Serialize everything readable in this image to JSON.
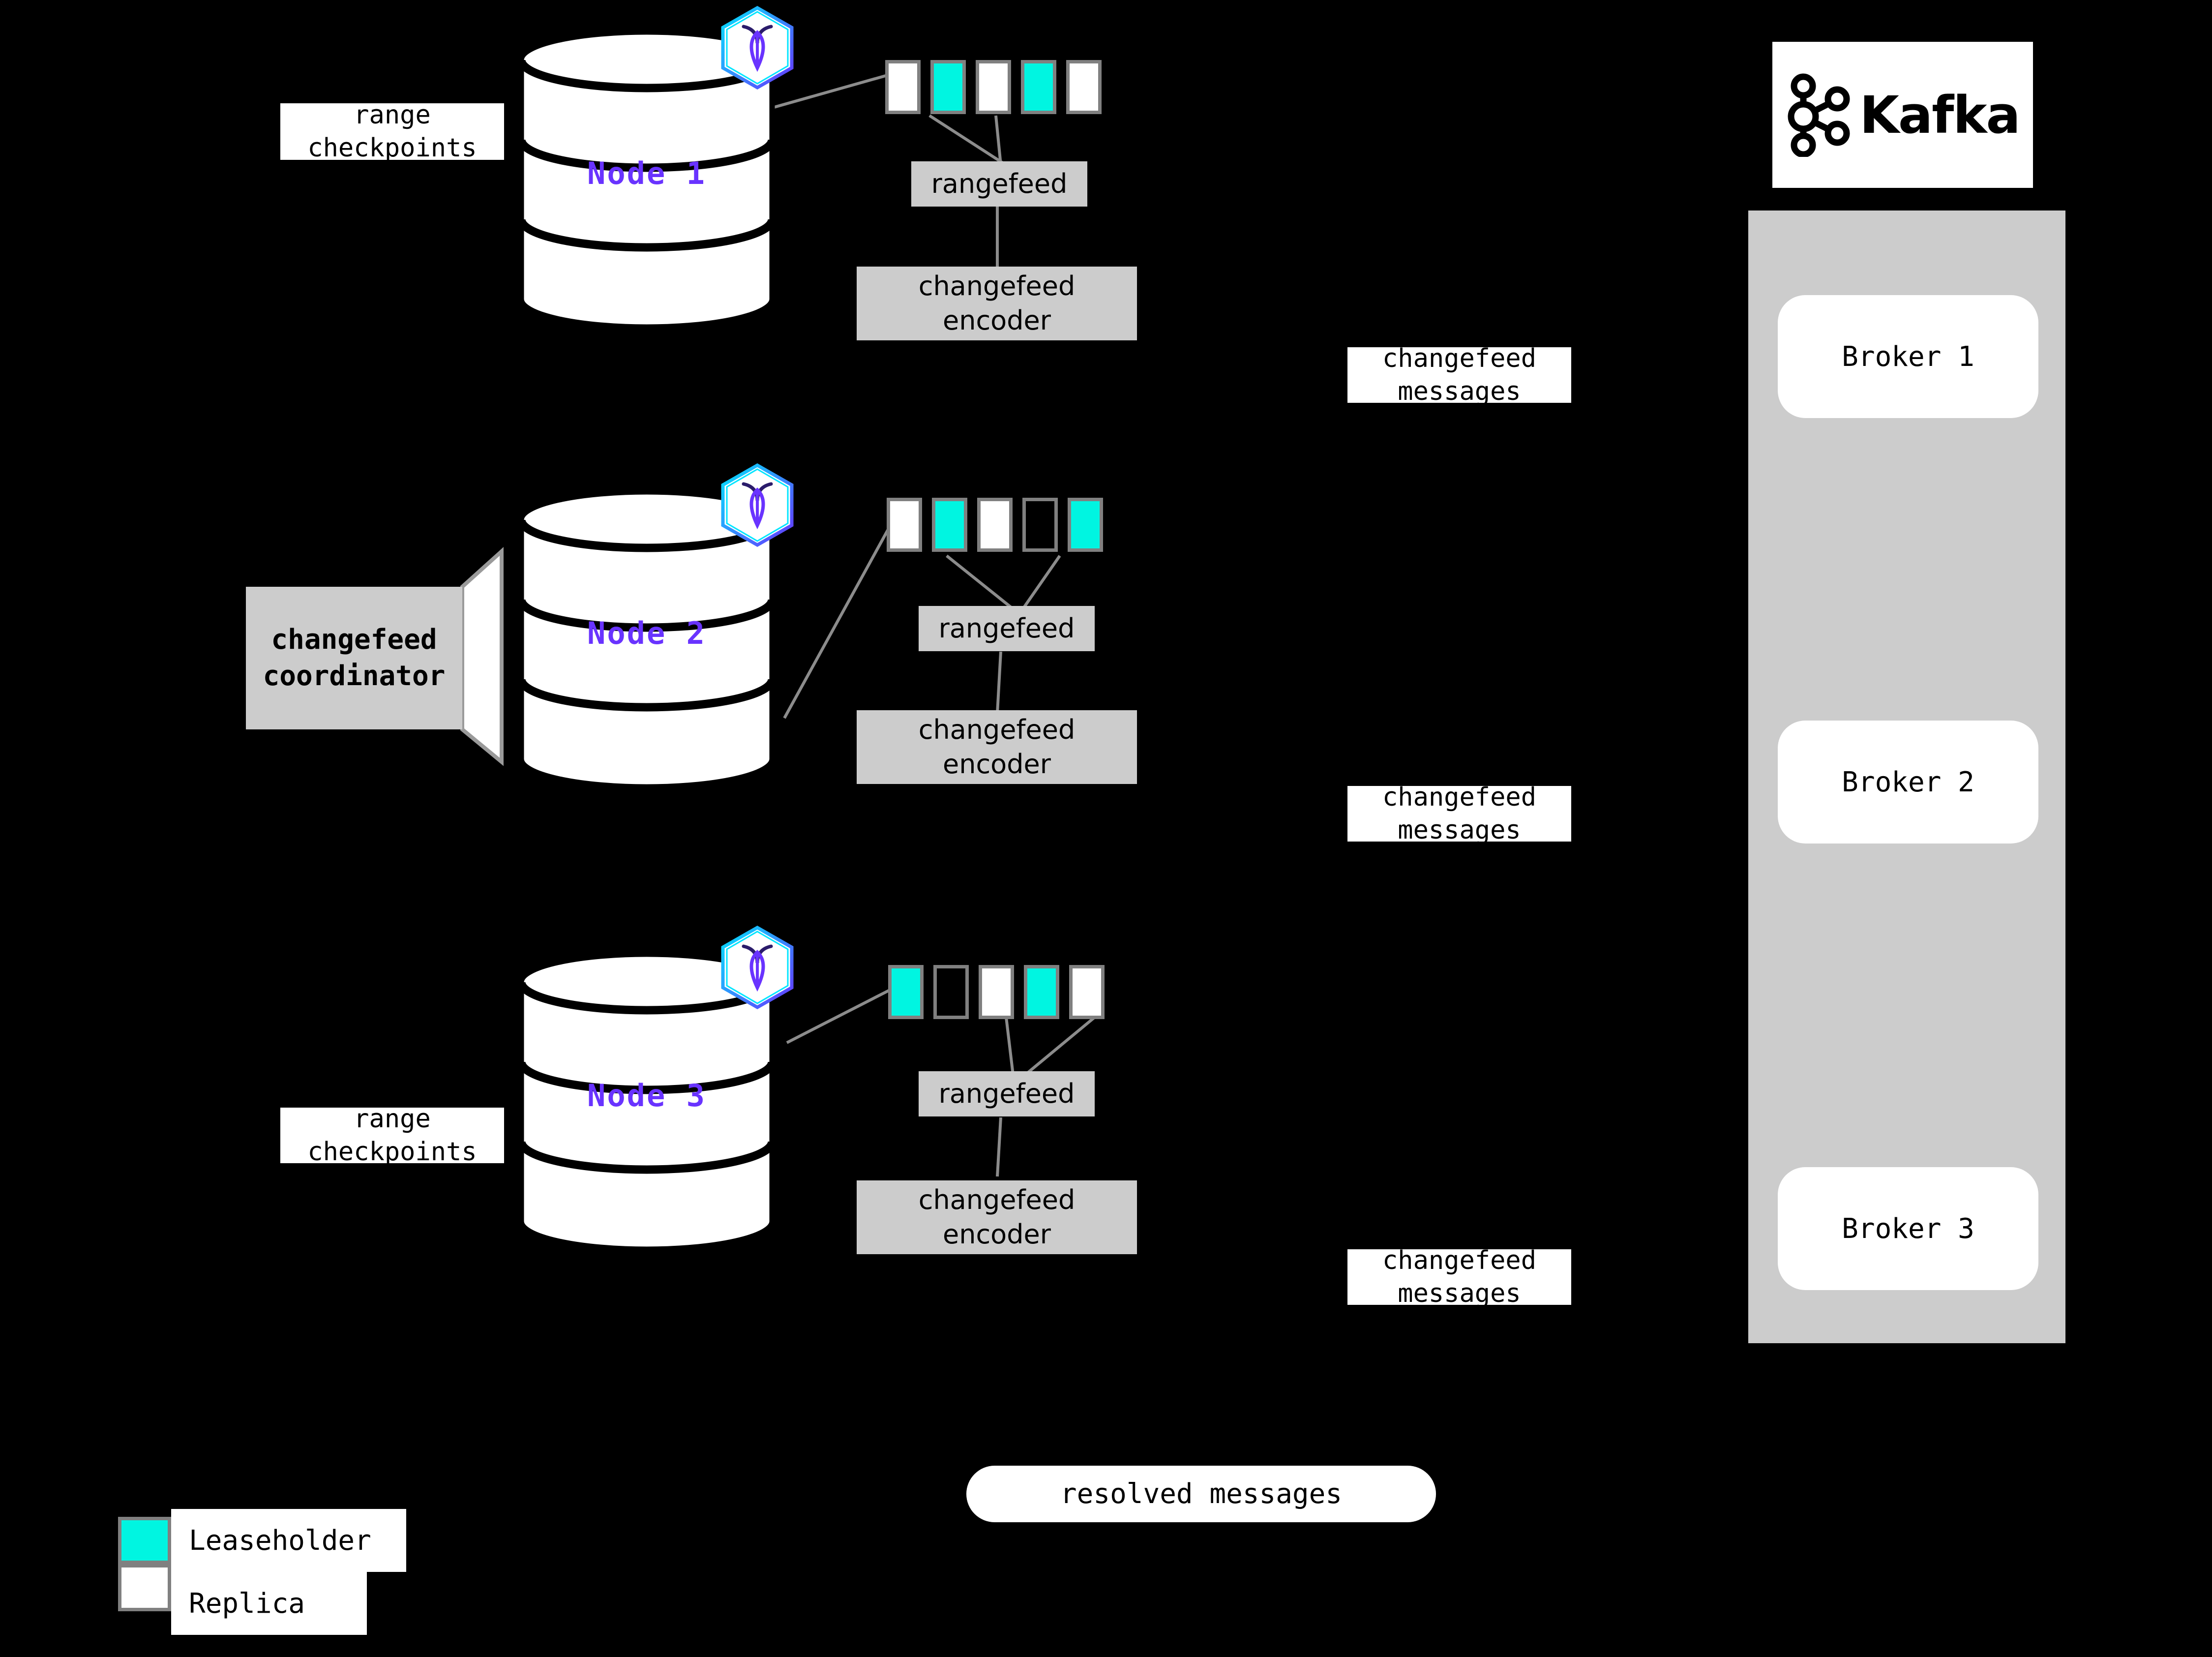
{
  "diagram": {
    "title": "CockroachDB changefeed to Kafka architecture",
    "colors": {
      "background": "#000000",
      "leaseholder": "#00F5E1",
      "replica": "#FFFFFF",
      "range_border": "#808080",
      "process_box": "#CCCCCC",
      "node_label": "#6933FF",
      "kafka_panel": "#CCCCCC"
    }
  },
  "nodes": [
    {
      "label": "Node 1",
      "logo_icon": "cockroachdb-hexagon-icon",
      "checkpoint_label": {
        "line1": "range",
        "line2": "checkpoints"
      },
      "ranges": [
        "replica",
        "leaseholder",
        "replica",
        "leaseholder",
        "replica"
      ],
      "rangefeed_label": "rangefeed",
      "encoder_label": {
        "line1": "changefeed",
        "line2": "encoder"
      },
      "messages_label": {
        "line1": "changefeed",
        "line2": "messages"
      }
    },
    {
      "label": "Node 2",
      "logo_icon": "cockroachdb-hexagon-icon",
      "coordinator_label": {
        "line1": "changefeed",
        "line2": "coordinator"
      },
      "ranges": [
        "replica",
        "leaseholder",
        "replica",
        "empty",
        "leaseholder"
      ],
      "rangefeed_label": "rangefeed",
      "encoder_label": {
        "line1": "changefeed",
        "line2": "encoder"
      },
      "messages_label": {
        "line1": "changefeed",
        "line2": "messages"
      }
    },
    {
      "label": "Node 3",
      "logo_icon": "cockroachdb-hexagon-icon",
      "checkpoint_label": {
        "line1": "range",
        "line2": "checkpoints"
      },
      "ranges": [
        "leaseholder",
        "empty",
        "replica",
        "leaseholder",
        "replica"
      ],
      "rangefeed_label": "rangefeed",
      "encoder_label": {
        "line1": "changefeed",
        "line2": "encoder"
      },
      "messages_label": {
        "line1": "changefeed",
        "line2": "messages"
      }
    }
  ],
  "kafka": {
    "logo_icon": "kafka-logo-icon",
    "wordmark": "Kafka",
    "brokers": [
      "Broker 1",
      "Broker 2",
      "Broker 3"
    ]
  },
  "resolved": {
    "label": "resolved messages"
  },
  "legend": {
    "items": [
      {
        "swatch": "leaseholder",
        "label": "Leaseholder"
      },
      {
        "swatch": "replica",
        "label": "Replica"
      }
    ]
  }
}
